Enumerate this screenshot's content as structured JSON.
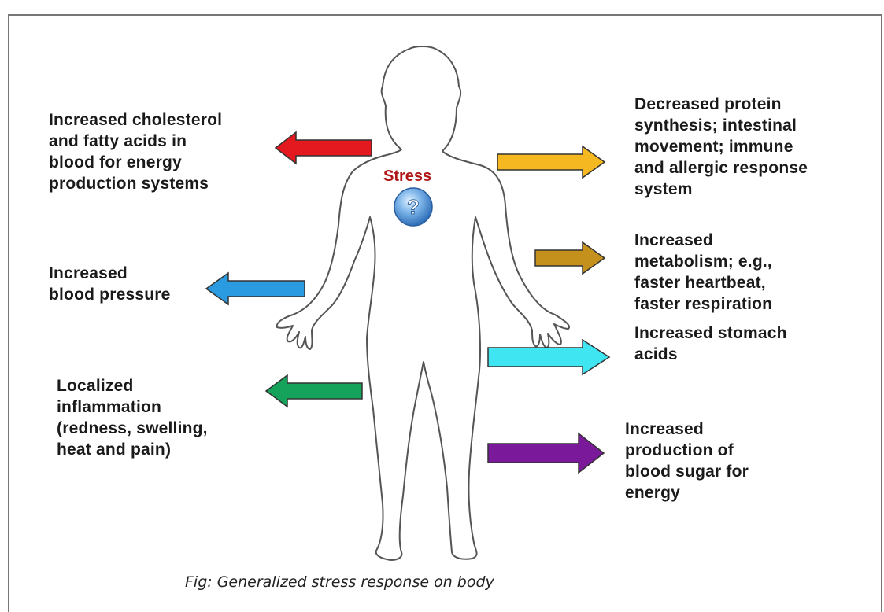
{
  "center": {
    "label": "Stress",
    "symbol": "?"
  },
  "left_effects": [
    {
      "text": "Increased cholesterol\nand fatty acids in\nblood for energy\nproduction systems",
      "arrow_color": "#e3191f"
    },
    {
      "text": "Increased\nblood pressure",
      "arrow_color": "#2a9be0"
    },
    {
      "text": "Localized\ninflammation\n(redness, swelling,\nheat and pain)",
      "arrow_color": "#15a35c"
    }
  ],
  "right_effects": [
    {
      "text": "Decreased protein\nsynthesis; intestinal\nmovement; immune\nand allergic response\nsystem",
      "arrow_color": "#f5b820"
    },
    {
      "text": "Increased\nmetabolism; e.g.,\nfaster heartbeat,\nfaster respiration",
      "arrow_color": "#c4921c"
    },
    {
      "text": "Increased stomach\nacids",
      "arrow_color": "#3fe6f2"
    },
    {
      "text": "Increased\nproduction of\nblood sugar for\nenergy",
      "arrow_color": "#7a1a9a"
    }
  ],
  "caption": "Fig: Generalized stress response on body"
}
